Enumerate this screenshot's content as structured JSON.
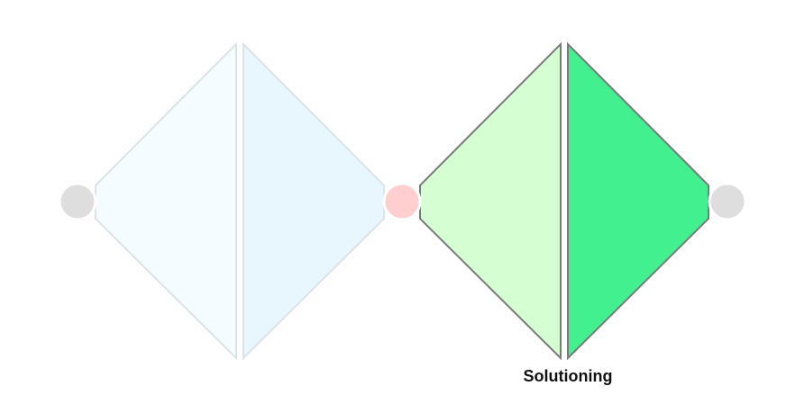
{
  "diagram": {
    "left_diamond": {
      "label": "",
      "left_half_color": "#f5fcff",
      "right_half_color": "#e7f7fd",
      "stroke_color": "#dbe3e6",
      "state": "faded"
    },
    "right_diamond": {
      "label": "Solutioning",
      "left_half_color": "#d5ffd3",
      "right_half_color": "#43f08f",
      "stroke_color": "#7a7a7a",
      "state": "active"
    },
    "nodes": [
      {
        "color": "#dedede"
      },
      {
        "color": "#ffcfcf"
      },
      {
        "color": "#dedede"
      }
    ]
  }
}
